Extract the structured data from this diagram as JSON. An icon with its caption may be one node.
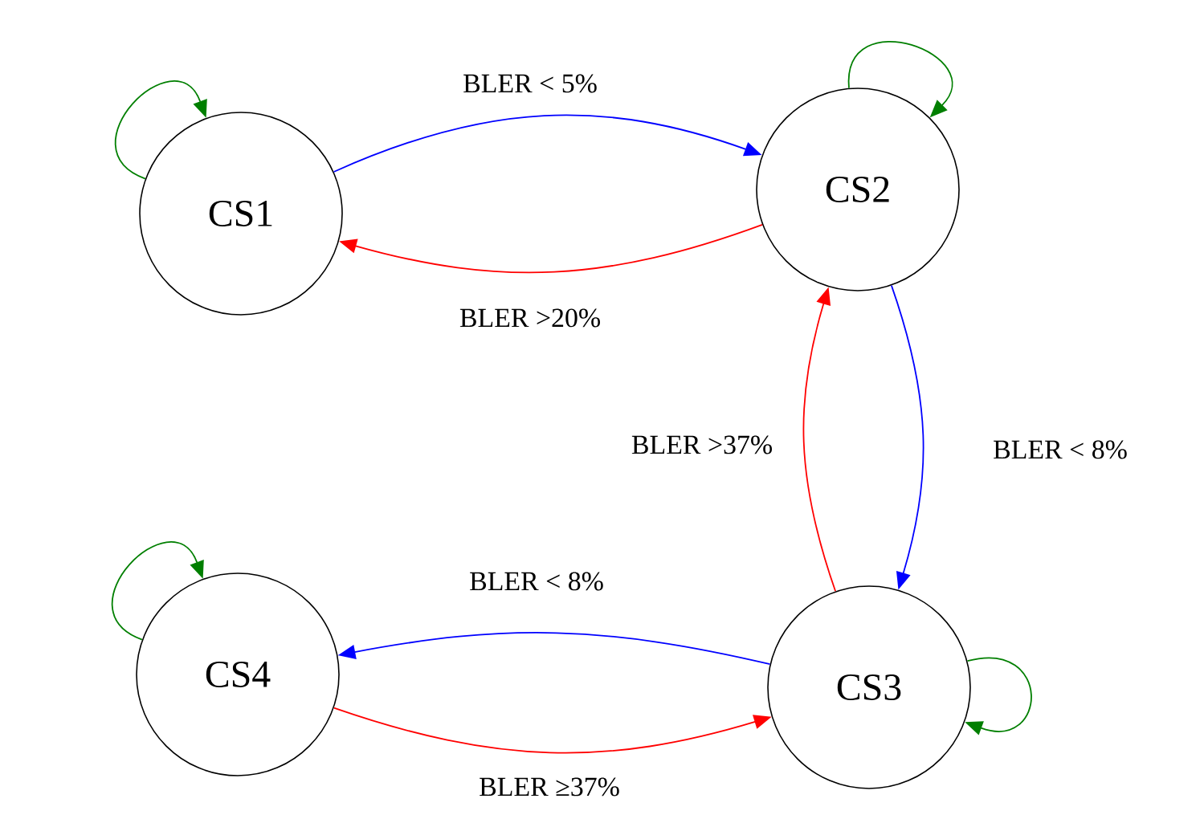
{
  "diagram": {
    "nodes": [
      {
        "text": [
          "CS1"
        ]
      },
      {
        "text": [
          "CS2"
        ]
      },
      {
        "text": [
          "CS3"
        ]
      },
      {
        "text": [
          "CS4"
        ]
      }
    ],
    "edges": [
      {
        "from": 0,
        "to": 1,
        "arrow": "to",
        "label": "BLER < 5%",
        "color": "#0000ff"
      },
      {
        "from": 1,
        "to": 0,
        "arrow": "to",
        "label": "BLER >20%",
        "color": "#ff0000"
      },
      {
        "from": 1,
        "to": 2,
        "arrow": "to",
        "label": "BLER < 8%",
        "color": "#0000ff"
      },
      {
        "from": 2,
        "to": 1,
        "arrow": "to",
        "label": "BLER >37%",
        "color": "#ff0000"
      },
      {
        "from": 2,
        "to": 3,
        "arrow": "to",
        "label": "BLER < 8%",
        "color": "#0000ff"
      },
      {
        "from": 3,
        "to": 2,
        "arrow": "to",
        "label": "BLER ≥37%",
        "color": "#ff0000"
      },
      {
        "from": 0,
        "to": 0,
        "arrow": "to",
        "color": "#007f00"
      },
      {
        "from": 1,
        "to": 1,
        "arrow": "to",
        "color": "#007f00"
      },
      {
        "from": 2,
        "to": 2,
        "arrow": "to",
        "color": "#007f00"
      },
      {
        "from": 3,
        "to": 3,
        "arrow": "to",
        "color": "#007f00"
      }
    ]
  }
}
